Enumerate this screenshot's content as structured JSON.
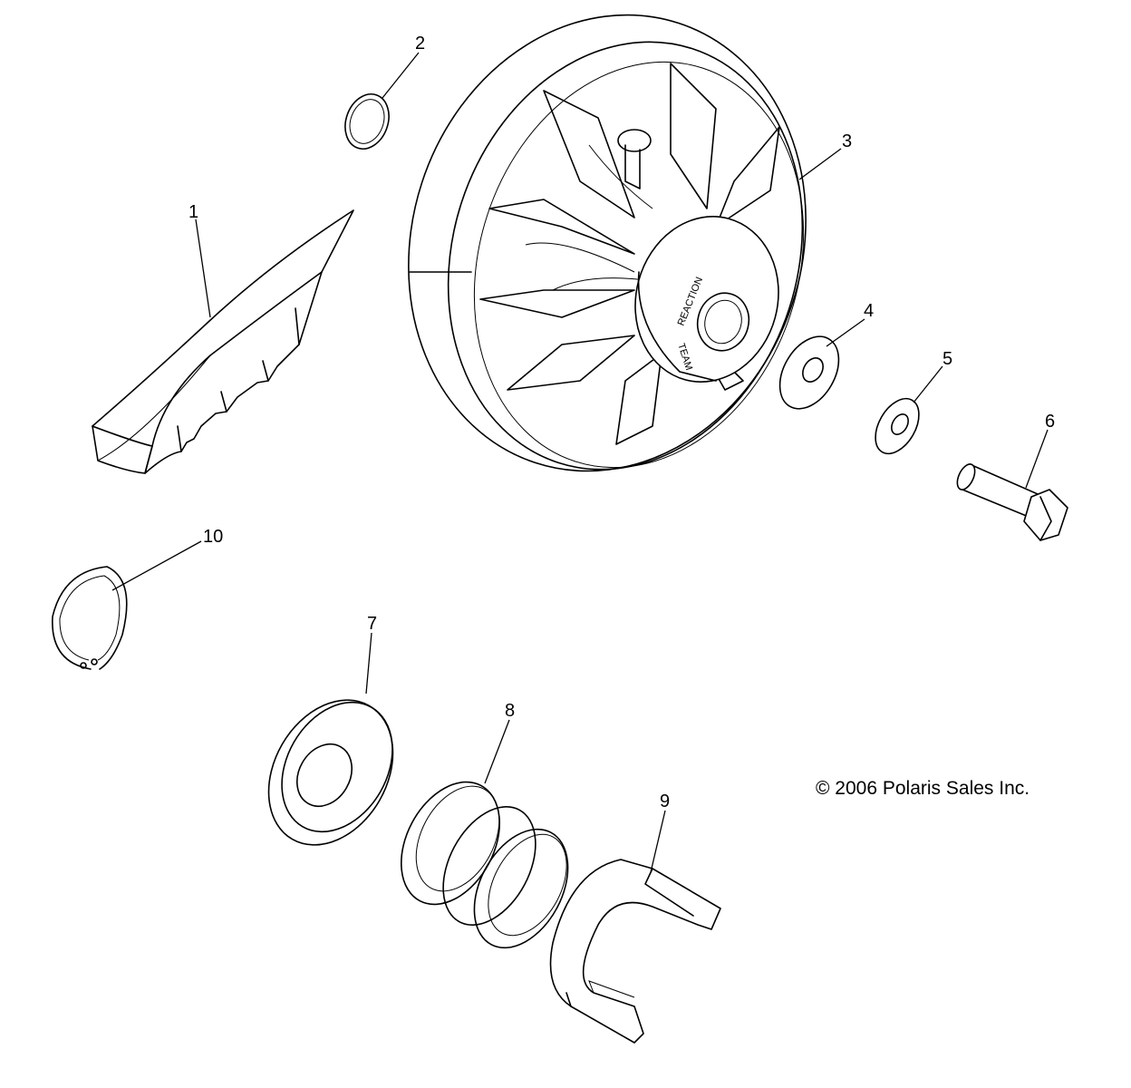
{
  "callouts": {
    "p1": "1",
    "p2": "2",
    "p3": "3",
    "p4": "4",
    "p5": "5",
    "p6": "6",
    "p7": "7",
    "p8": "8",
    "p9": "9",
    "p10": "10"
  },
  "hub_marks": {
    "reaction": "REACTION",
    "team": "TEAM"
  },
  "copyright": "© 2006 Polaris Sales Inc."
}
